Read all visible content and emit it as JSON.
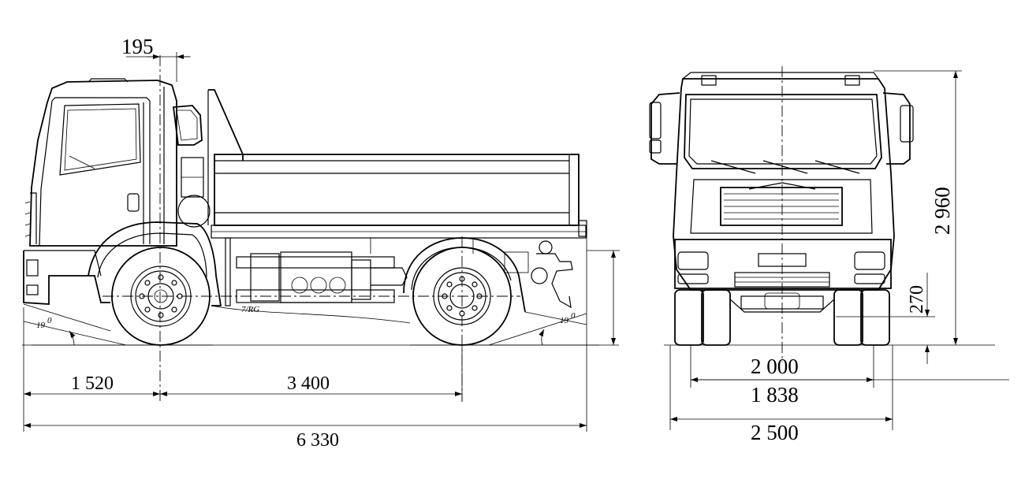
{
  "dimensions": {
    "cab_offset": "195",
    "front_overhang": "1 520",
    "wheelbase": "3 400",
    "overall_length": "6 330",
    "overall_height": "2 960",
    "ground_clearance": "270",
    "front_track": "2 000",
    "rear_track": "1 838",
    "overall_width": "2 500"
  },
  "angles": {
    "approach_angle": "19",
    "departure_angle": "19",
    "unit_mark": "0"
  }
}
